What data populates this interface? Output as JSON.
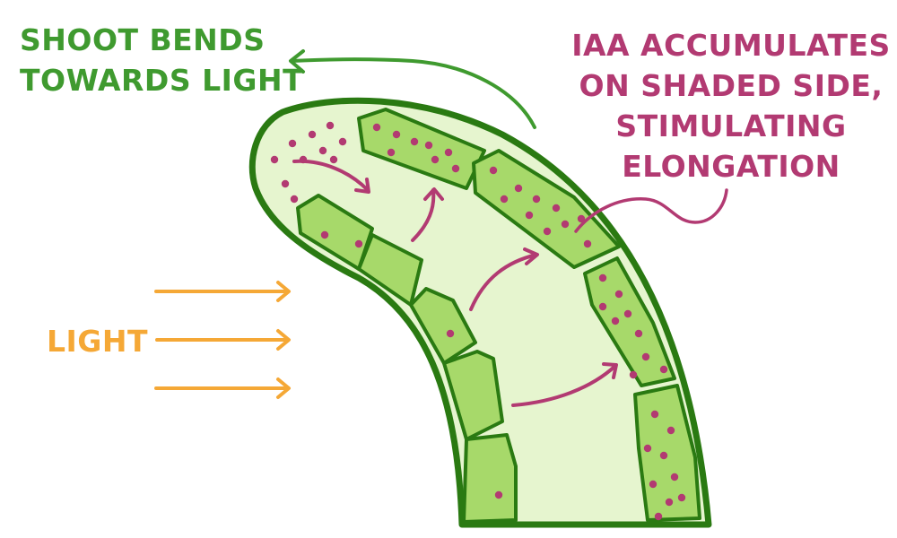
{
  "labels": {
    "shoot_bends": [
      "SHOOT BENDS",
      "TOWARDS LIGHT"
    ],
    "iaa": [
      "IAA ACCUMULATES",
      "ON SHADED SIDE,",
      "STIMULATING",
      "ELONGATION"
    ],
    "light": "LIGHT"
  },
  "colors": {
    "green_text": "#3f9a2f",
    "magenta_text": "#b23a72",
    "orange_text": "#f5a836",
    "outline": "#2a7a12",
    "cell_fill": "#a7d96a",
    "shoot_fill": "#e6f5cf",
    "dot": "#b23a72"
  },
  "light_arrows": 3
}
